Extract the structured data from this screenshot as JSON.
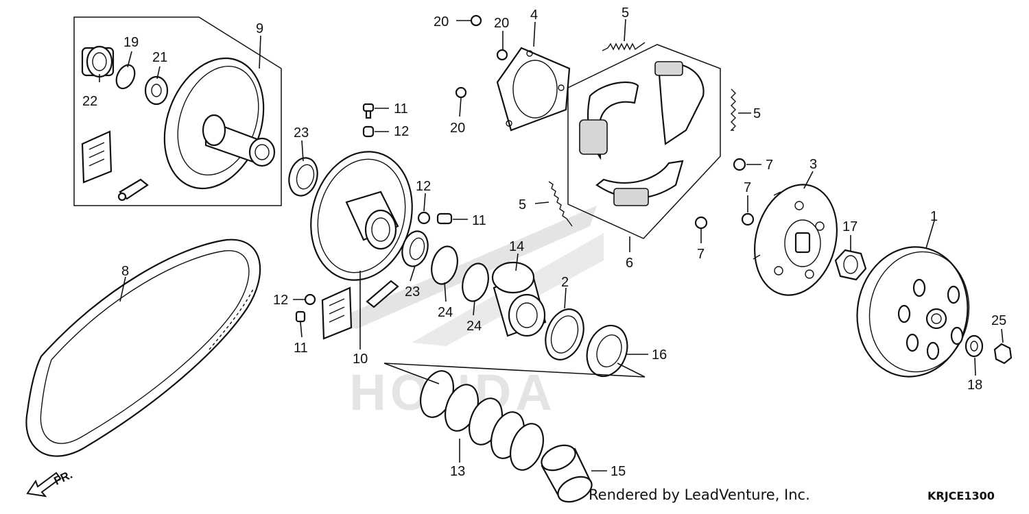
{
  "diagram": {
    "watermark_text": "HONDA",
    "direction_label": "FR.",
    "callouts": {
      "p1": "1",
      "p2": "2",
      "p3": "3",
      "p4": "4",
      "p5a": "5",
      "p5b": "5",
      "p5c": "5",
      "p6": "6",
      "p7a": "7",
      "p7b": "7",
      "p7c": "7",
      "p8": "8",
      "p9": "9",
      "p10": "10",
      "p11a": "11",
      "p11b": "11",
      "p11c": "11",
      "p12a": "12",
      "p12b": "12",
      "p12c": "12",
      "p13": "13",
      "p14": "14",
      "p15": "15",
      "p16": "16",
      "p17": "17",
      "p18": "18",
      "p19": "19",
      "p20a": "20",
      "p20b": "20",
      "p20c": "20",
      "p21": "21",
      "p22": "22",
      "p23a": "23",
      "p23b": "23",
      "p24a": "24",
      "p24b": "24",
      "p25": "25"
    }
  },
  "footer": {
    "credit": "Rendered by LeadVenture, Inc.",
    "diagram_code": "KRJCE1300"
  }
}
